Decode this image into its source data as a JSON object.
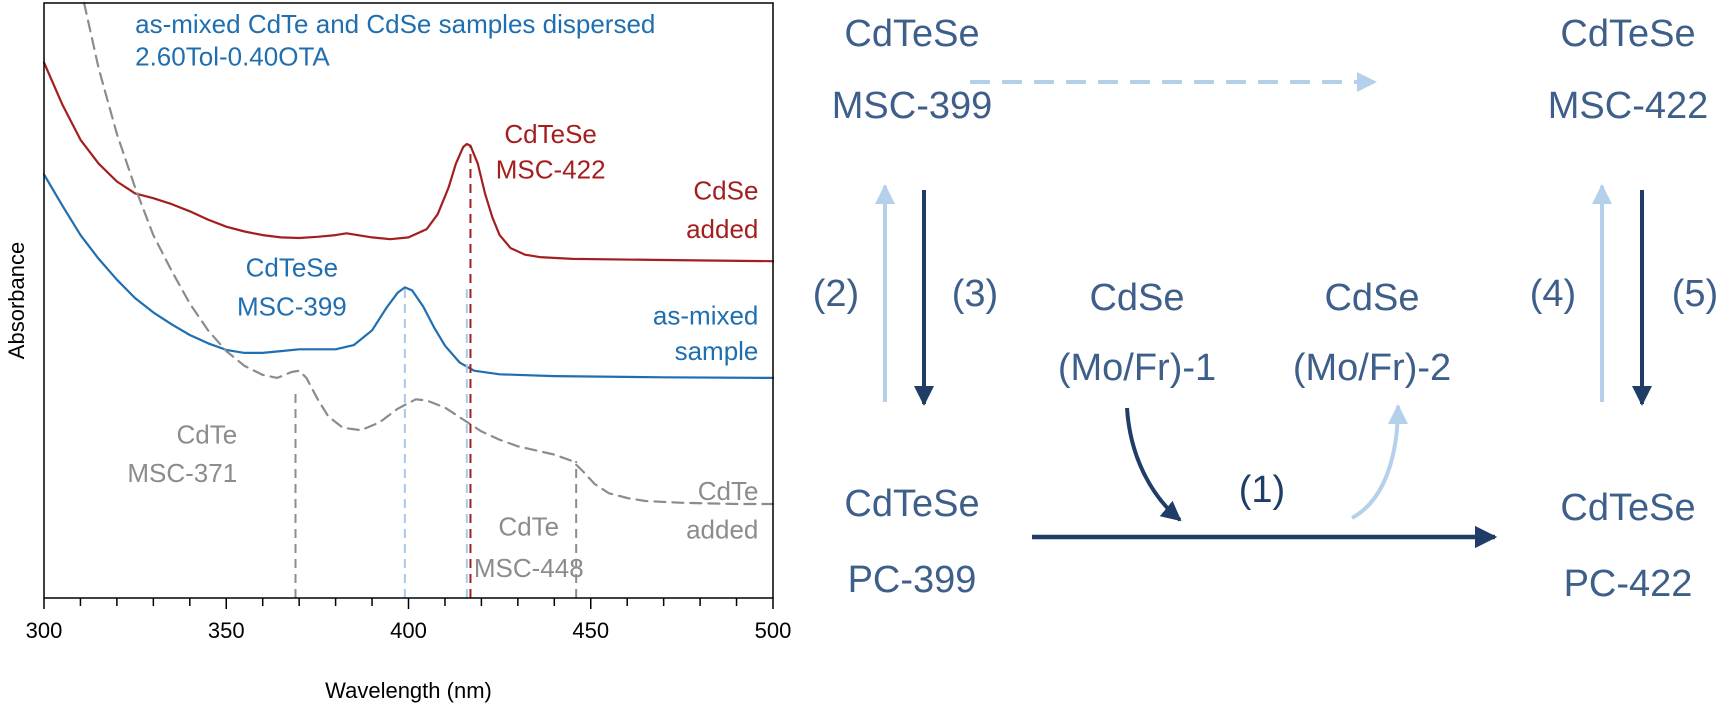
{
  "chart_data": {
    "type": "line",
    "title": "",
    "xlabel": "Wavelength (nm)",
    "ylabel": "Absorbance",
    "xlim": [
      300,
      500
    ],
    "ylim": [
      0,
      100
    ],
    "xticks": [
      300,
      350,
      400,
      450,
      500
    ],
    "x_minor_step": 10,
    "grid": false,
    "series": [
      {
        "name": "CdSe added",
        "color": "#a31f1f",
        "dash": "solid",
        "points": [
          [
            300,
            90
          ],
          [
            305,
            83
          ],
          [
            310,
            77
          ],
          [
            315,
            73
          ],
          [
            320,
            70
          ],
          [
            325,
            68
          ],
          [
            330,
            67.2
          ],
          [
            335,
            66.2
          ],
          [
            340,
            65
          ],
          [
            345,
            63.6
          ],
          [
            350,
            62.4
          ],
          [
            355,
            61.6
          ],
          [
            360,
            61
          ],
          [
            365,
            60.6
          ],
          [
            370,
            60.5
          ],
          [
            375,
            60.7
          ],
          [
            380,
            61
          ],
          [
            383,
            61.3
          ],
          [
            386,
            61
          ],
          [
            390,
            60.6
          ],
          [
            395,
            60.3
          ],
          [
            400,
            60.6
          ],
          [
            405,
            62
          ],
          [
            408,
            64.5
          ],
          [
            411,
            69
          ],
          [
            413,
            73
          ],
          [
            415,
            75.8
          ],
          [
            416,
            76.3
          ],
          [
            417,
            76
          ],
          [
            419,
            73
          ],
          [
            421,
            68
          ],
          [
            423,
            64
          ],
          [
            425,
            61
          ],
          [
            428,
            58.8
          ],
          [
            432,
            57.7
          ],
          [
            436,
            57.3
          ],
          [
            445,
            57
          ],
          [
            470,
            56.8
          ],
          [
            500,
            56.6
          ]
        ]
      },
      {
        "name": "as-mixed sample",
        "color": "#1f6fb0",
        "dash": "solid",
        "points": [
          [
            300,
            71.2
          ],
          [
            305,
            66
          ],
          [
            310,
            61
          ],
          [
            315,
            57
          ],
          [
            320,
            53.5
          ],
          [
            325,
            50.4
          ],
          [
            330,
            48
          ],
          [
            335,
            46
          ],
          [
            340,
            44.2
          ],
          [
            345,
            42.8
          ],
          [
            350,
            41.7
          ],
          [
            355,
            41.2
          ],
          [
            360,
            41.2
          ],
          [
            365,
            41.5
          ],
          [
            370,
            41.8
          ],
          [
            375,
            41.8
          ],
          [
            380,
            41.8
          ],
          [
            385,
            42.5
          ],
          [
            390,
            45
          ],
          [
            394,
            48.8
          ],
          [
            397,
            51.3
          ],
          [
            399,
            52.2
          ],
          [
            401,
            51.7
          ],
          [
            404,
            49
          ],
          [
            407,
            45.5
          ],
          [
            410,
            42.4
          ],
          [
            414,
            39.6
          ],
          [
            418,
            38.2
          ],
          [
            425,
            37.6
          ],
          [
            440,
            37.3
          ],
          [
            470,
            37.1
          ],
          [
            500,
            37
          ]
        ]
      },
      {
        "name": "CdTe added",
        "color": "#8c8c8c",
        "dash": "dashed",
        "points": [
          [
            311,
            100
          ],
          [
            315,
            89
          ],
          [
            320,
            78
          ],
          [
            325,
            69
          ],
          [
            330,
            61
          ],
          [
            335,
            55
          ],
          [
            340,
            49.5
          ],
          [
            345,
            45
          ],
          [
            350,
            41.5
          ],
          [
            355,
            39
          ],
          [
            360,
            37.5
          ],
          [
            364,
            37
          ],
          [
            368,
            38
          ],
          [
            370,
            38.2
          ],
          [
            372,
            37
          ],
          [
            375,
            33.5
          ],
          [
            378,
            30.5
          ],
          [
            382,
            28.6
          ],
          [
            387,
            28.2
          ],
          [
            392,
            29.5
          ],
          [
            397,
            31.8
          ],
          [
            402,
            33.4
          ],
          [
            405,
            33.2
          ],
          [
            410,
            32
          ],
          [
            415,
            30
          ],
          [
            420,
            28
          ],
          [
            425,
            26.6
          ],
          [
            430,
            25.5
          ],
          [
            435,
            24.8
          ],
          [
            440,
            24.1
          ],
          [
            445,
            23
          ],
          [
            448,
            21.2
          ],
          [
            451,
            19.2
          ],
          [
            455,
            17.6
          ],
          [
            460,
            16.8
          ],
          [
            465,
            16.3
          ],
          [
            475,
            16
          ],
          [
            490,
            15.8
          ],
          [
            500,
            15.8
          ]
        ]
      }
    ],
    "reference_lines": [
      {
        "x": 417,
        "from": 0,
        "to": 76,
        "color": "#a31f1f"
      },
      {
        "x": 399,
        "from": 0,
        "to": 52,
        "color": "#a9c9e8"
      },
      {
        "x": 416,
        "from": 0,
        "to": 52,
        "color": "#a9c9e8"
      },
      {
        "x": 369,
        "from": 0,
        "to": 35,
        "color": "#8c8c8c"
      },
      {
        "x": 446,
        "from": 0,
        "to": 23,
        "color": "#8c8c8c"
      }
    ],
    "annotations": [
      {
        "key": "subtitle_line1",
        "text": "as-mixed CdTe and CdSe samples dispersed",
        "x": 325,
        "y": 95,
        "anchor": "start",
        "color": "#1f6fb0"
      },
      {
        "key": "subtitle_line2",
        "text": "2.60Tol-0.40OTA",
        "x": 325,
        "y": 89.5,
        "anchor": "start",
        "color": "#1f6fb0"
      },
      {
        "key": "red_cdtese",
        "text": "CdTeSe",
        "x": 439,
        "y": 76.5,
        "anchor": "middle",
        "color": "#a31f1f"
      },
      {
        "key": "red_msc422",
        "text": "MSC-422",
        "x": 439,
        "y": 70.5,
        "anchor": "middle",
        "color": "#a31f1f"
      },
      {
        "key": "red_cdse",
        "text": "CdSe",
        "x": 496,
        "y": 67,
        "anchor": "end",
        "color": "#a31f1f"
      },
      {
        "key": "red_added",
        "text": "added",
        "x": 496,
        "y": 60.5,
        "anchor": "end",
        "color": "#a31f1f"
      },
      {
        "key": "blue_cdtese",
        "text": "CdTeSe",
        "x": 368,
        "y": 54,
        "anchor": "middle",
        "color": "#1f6fb0"
      },
      {
        "key": "blue_msc399",
        "text": "MSC-399",
        "x": 368,
        "y": 47.5,
        "anchor": "middle",
        "color": "#1f6fb0"
      },
      {
        "key": "blue_asmixed",
        "text": "as-mixed",
        "x": 496,
        "y": 46,
        "anchor": "end",
        "color": "#1f6fb0"
      },
      {
        "key": "blue_sample",
        "text": "sample",
        "x": 496,
        "y": 40,
        "anchor": "end",
        "color": "#1f6fb0"
      },
      {
        "key": "gray_cdte1",
        "text": "CdTe",
        "x": 353,
        "y": 26,
        "anchor": "end",
        "color": "#8c8c8c"
      },
      {
        "key": "gray_msc371",
        "text": "MSC-371",
        "x": 353,
        "y": 19.5,
        "anchor": "end",
        "color": "#8c8c8c"
      },
      {
        "key": "gray_cdte2",
        "text": "CdTe",
        "x": 433,
        "y": 10.5,
        "anchor": "middle",
        "color": "#8c8c8c"
      },
      {
        "key": "gray_msc448",
        "text": "MSC-448",
        "x": 433,
        "y": 3.5,
        "anchor": "middle",
        "color": "#8c8c8c"
      },
      {
        "key": "gray_cdte3",
        "text": "CdTe",
        "x": 496,
        "y": 16.5,
        "anchor": "end",
        "color": "#8c8c8c"
      },
      {
        "key": "gray_added",
        "text": "added",
        "x": 496,
        "y": 10,
        "anchor": "end",
        "color": "#8c8c8c"
      }
    ]
  },
  "scheme": {
    "nodes": {
      "msc399": {
        "line1": "CdTeSe",
        "line2": "MSC-399"
      },
      "msc422": {
        "line1": "CdTeSe",
        "line2": "MSC-422"
      },
      "pc399": {
        "line1": "CdTeSe",
        "line2": "PC-399"
      },
      "pc422": {
        "line1": "CdTeSe",
        "line2": "PC-422"
      },
      "mofr1": {
        "line1": "CdSe",
        "line2": "(Mo/Fr)-1"
      },
      "mofr2": {
        "line1": "CdSe",
        "line2": "(Mo/Fr)-2"
      }
    },
    "labels": {
      "step1": "(1)",
      "step2": "(2)",
      "step3": "(3)",
      "step4": "(4)",
      "step5": "(5)"
    },
    "colors": {
      "text": "#3e5f8a",
      "dark_arrow": "#1f3d66",
      "light_arrow": "#b5d0ea"
    }
  }
}
